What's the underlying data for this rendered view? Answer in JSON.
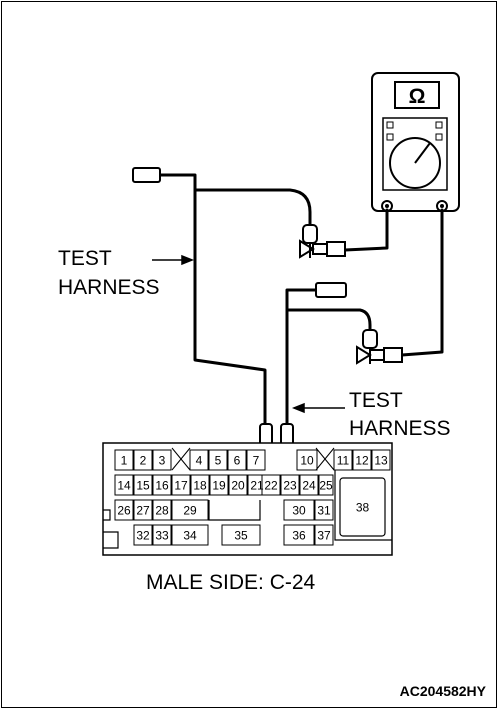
{
  "meter": {
    "symbol": "Ω"
  },
  "labels": {
    "test_harness_left": [
      "TEST",
      "HARNESS"
    ],
    "test_harness_right": [
      "TEST",
      "HARNESS"
    ],
    "connector_side": "MALE SIDE: C-24",
    "figure_code": "AC204582HY"
  },
  "connector": {
    "pins": [
      "1",
      "2",
      "3",
      "4",
      "5",
      "6",
      "7",
      "10",
      "11",
      "12",
      "13",
      "14",
      "15",
      "16",
      "17",
      "18",
      "19",
      "20",
      "21",
      "22",
      "23",
      "24",
      "25",
      "26",
      "27",
      "28",
      "29",
      "30",
      "31",
      "32",
      "33",
      "34",
      "35",
      "36",
      "37",
      "38"
    ]
  },
  "colors": {
    "line": "#000000",
    "background": "#ffffff"
  }
}
